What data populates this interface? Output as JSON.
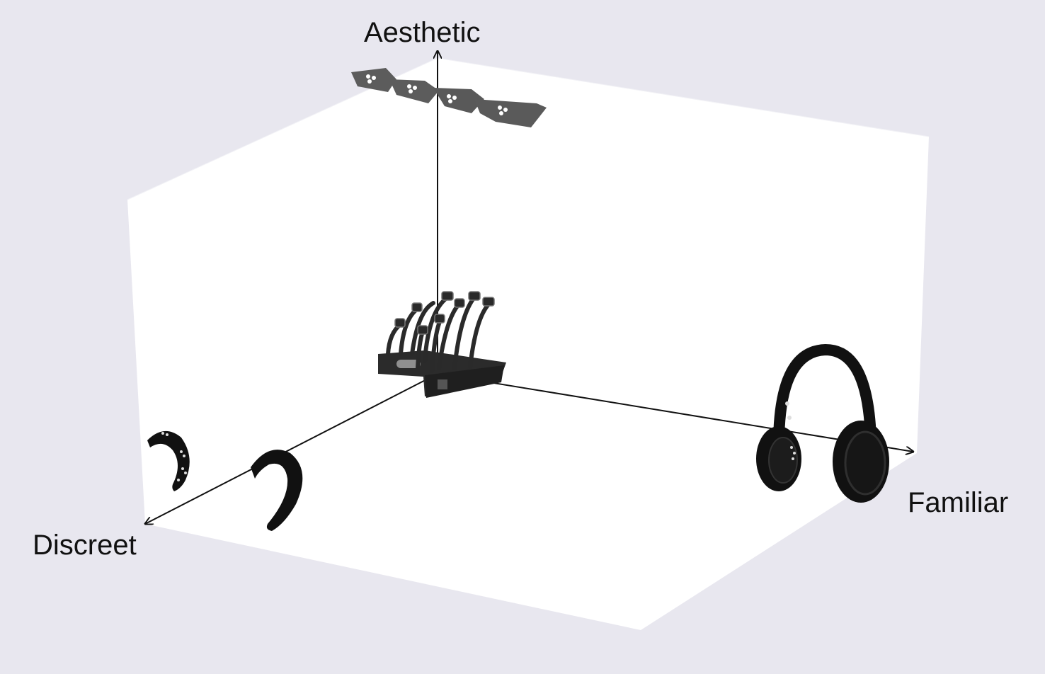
{
  "axes": {
    "vertical": "Aesthetic",
    "right": "Familiar",
    "left": "Discreet"
  },
  "devices": [
    {
      "name": "flat-panel-headband",
      "icon": "flat-sensor-strip-icon"
    },
    {
      "name": "electrode-headset",
      "icon": "eeg-headset-icon"
    },
    {
      "name": "over-ear-headphones",
      "icon": "headphones-icon"
    },
    {
      "name": "small-ear-hook",
      "icon": "ear-hook-small-icon"
    },
    {
      "name": "large-ear-hook",
      "icon": "ear-hook-large-icon"
    }
  ],
  "colors": {
    "background_outer": "#e8e7ef",
    "cube_back": "#ffffff",
    "cube_floor": "#ffffff",
    "axis": "#111111",
    "device_dark": "#111111",
    "device_gray": "#5a5a5a"
  }
}
